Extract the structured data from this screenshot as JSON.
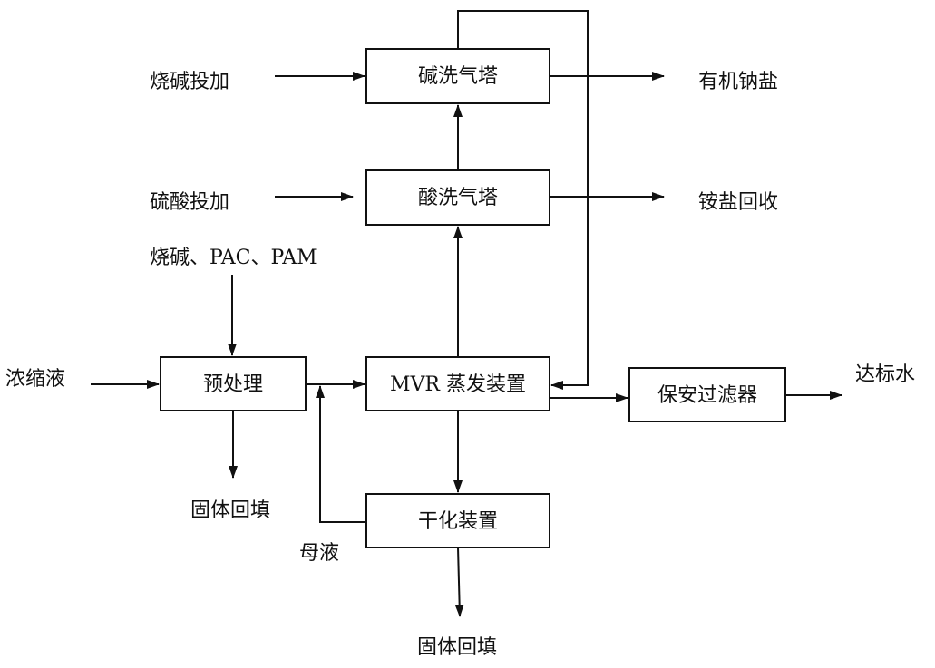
{
  "nodes": {
    "alkali_tower": "碱洗气塔",
    "acid_tower": "酸洗气塔",
    "pretreatment": "预处理",
    "mvr": "MVR 蒸发装置",
    "security_filter": "保安过滤器",
    "drying": "干化装置"
  },
  "labels": {
    "caustic_dosing": "烧碱投加",
    "acid_dosing": "硫酸投加",
    "reagents": "烧碱、PAC、PAM",
    "concentrate": "浓缩液",
    "organic_sodium_salt": "有机钠盐",
    "ammonium_salt_recovery": "铵盐回收",
    "standard_water": "达标水",
    "solid_backfill_1": "固体回填",
    "solid_backfill_2": "固体回填",
    "mother_liquor": "母液"
  },
  "colors": {
    "stroke": "#111111",
    "text": "#111111",
    "background": "#ffffff"
  }
}
